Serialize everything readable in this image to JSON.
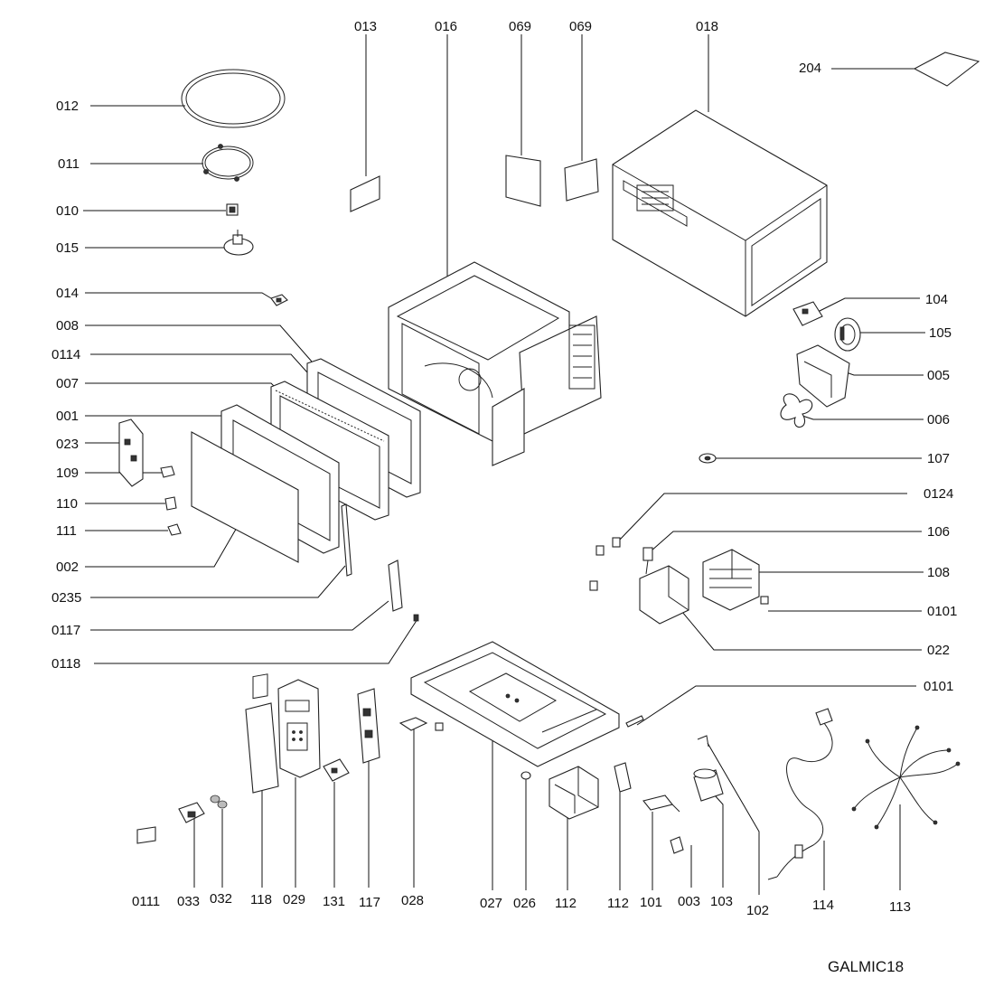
{
  "diagram": {
    "footer_code": "GALMIC18",
    "labels": {
      "L012": "012",
      "L011": "011",
      "L010": "010",
      "L015": "015",
      "L014": "014",
      "L008": "008",
      "L0114": "0114",
      "L007": "007",
      "L001": "001",
      "L023": "023",
      "L109": "109",
      "L110": "110",
      "L111": "111",
      "L002": "002",
      "L0235": "0235",
      "L0117": "0117",
      "L0118": "0118",
      "L013": "013",
      "L016": "016",
      "L069a": "069",
      "L069b": "069",
      "L018": "018",
      "L204": "204",
      "L104": "104",
      "L105": "105",
      "L005": "005",
      "L006": "006",
      "L107": "107",
      "L0124": "0124",
      "L106": "106",
      "L108": "108",
      "L0101a": "0101",
      "L022": "022",
      "L0101b": "0101",
      "B0111": "0111",
      "B033": "033",
      "B032": "032",
      "B118": "118",
      "B029": "029",
      "B131": "131",
      "B117": "117",
      "B028": "028",
      "B027": "027",
      "B026": "026",
      "B112a": "112",
      "B112b": "112",
      "B101": "101",
      "B003": "003",
      "B103": "103",
      "B102": "102",
      "B114": "114",
      "B113": "113"
    }
  }
}
